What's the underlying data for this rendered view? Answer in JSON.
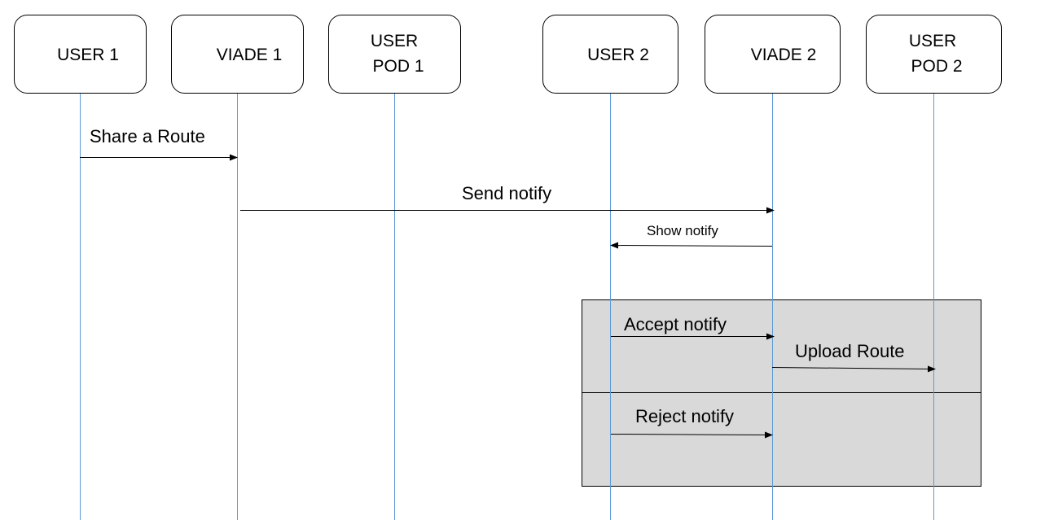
{
  "participants": [
    {
      "id": "user1",
      "lines": [
        "USER 1"
      ]
    },
    {
      "id": "viade1",
      "lines": [
        "VIADE 1"
      ]
    },
    {
      "id": "userpod1",
      "lines": [
        "USER",
        "POD 1"
      ]
    },
    {
      "id": "user2",
      "lines": [
        "USER 2"
      ]
    },
    {
      "id": "viade2",
      "lines": [
        "VIADE 2"
      ]
    },
    {
      "id": "userpod2",
      "lines": [
        "USER",
        "POD 2"
      ]
    }
  ],
  "messages": [
    {
      "id": "share-route",
      "label": "Share a Route",
      "from": "user1",
      "to": "viade1"
    },
    {
      "id": "send-notify",
      "label": "Send notify",
      "from": "viade1",
      "to": "viade2"
    },
    {
      "id": "show-notify",
      "label": "Show notify",
      "from": "viade2",
      "to": "user2"
    },
    {
      "id": "accept-notify",
      "label": "Accept notify",
      "from": "user2",
      "to": "viade2"
    },
    {
      "id": "upload-route",
      "label": "Upload Route",
      "from": "viade2",
      "to": "userpod2"
    },
    {
      "id": "reject-notify",
      "label": "Reject notify",
      "from": "user2",
      "to": "viade2"
    }
  ],
  "colors": {
    "lifeline": "#5b9bd5",
    "box_border": "#000000",
    "box_fill": "#ffffff",
    "fragment_fill": "#d9d9d9",
    "fragment_border": "#000000",
    "arrow": "#000000"
  }
}
